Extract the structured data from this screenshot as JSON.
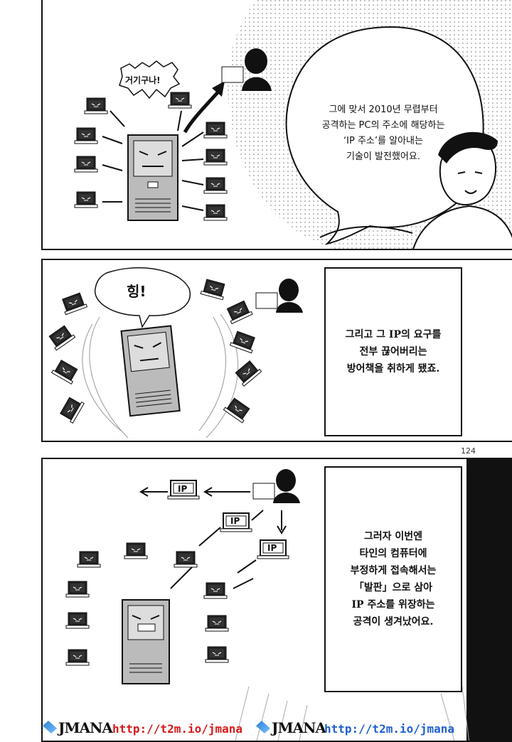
{
  "panel1": {
    "shout": "거기구나!",
    "bubble": "그에 맞서 2010년 무렵부터\n공격하는 PC의 주소에 해당하는\n‘IP 주소’를 알아내는\n기술이 발전했어요."
  },
  "panel2": {
    "sfx": "힝!",
    "caption": "그리고 그 IP의 요구를\n전부 끊어버리는\n방어책을 취하게 됐죠."
  },
  "page_number": "124",
  "panel3": {
    "ip_label": "IP",
    "caption": "그러자 이번엔\n타인의 컴퓨터에\n부정하게 접속해서는\n「발판」으로 삼아\nIP 주소를 위장하는\n공격이 생겨났어요."
  },
  "watermark": {
    "brand": "JMANA",
    "url": "http://t2m.io/jmana"
  }
}
